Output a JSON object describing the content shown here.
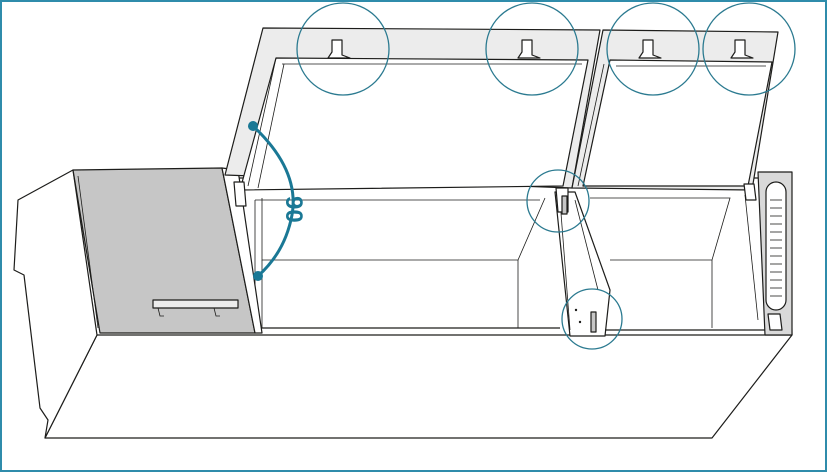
{
  "diagram": {
    "angle_label": "90",
    "colors": {
      "frame_border": "#2f8cab",
      "callout_circle": "#2b7a90",
      "angle_indicator": "#1a7895",
      "outline": "#1d1d1b",
      "side_panel": "#c6c6c6"
    },
    "callouts": [
      {
        "target": "lid-hinge-1"
      },
      {
        "target": "lid-hinge-2"
      },
      {
        "target": "lid-hinge-3"
      },
      {
        "target": "lid-hinge-4"
      },
      {
        "target": "divider-hinge"
      },
      {
        "target": "divider-pin"
      }
    ]
  }
}
